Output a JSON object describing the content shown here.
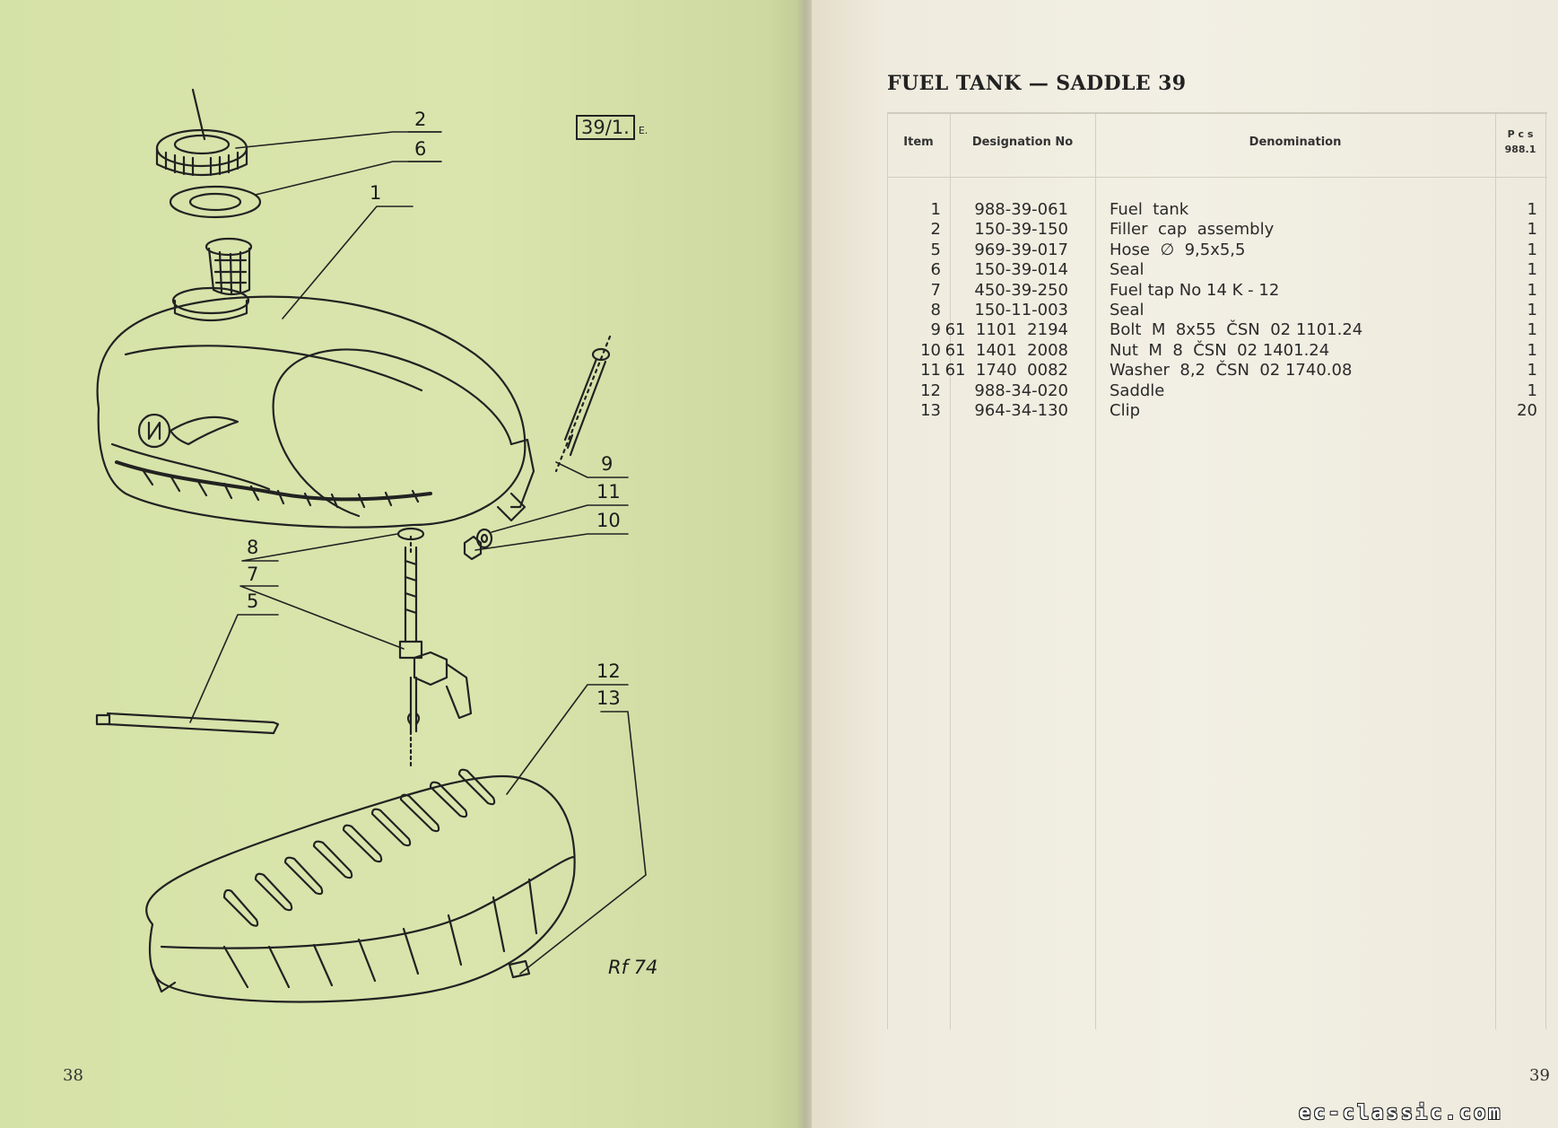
{
  "left_page": {
    "diagram_ref": "39/1.",
    "diagram_ref_suffix": "E.",
    "page_number": "38",
    "callouts": [
      "2",
      "6",
      "1",
      "9",
      "11",
      "10",
      "8",
      "7",
      "5",
      "12",
      "13"
    ],
    "artist_signature": "Rf 74"
  },
  "right_page": {
    "title": "FUEL TANK — SADDLE 39",
    "page_number": "39",
    "table": {
      "headers": {
        "item": "Item",
        "designation": "Designation No",
        "denomination": "Denomination",
        "pcs": "P c s",
        "pcs_model": "988.1"
      },
      "rows": [
        {
          "item": "1",
          "designation": "988-39-061",
          "denomination": "Fuel  tank",
          "pcs": "1"
        },
        {
          "item": "2",
          "designation": "150-39-150",
          "denomination": "Filler  cap  assembly",
          "pcs": "1"
        },
        {
          "item": "5",
          "designation": "969-39-017",
          "denomination": "Hose  ∅  9,5x5,5",
          "pcs": "1"
        },
        {
          "item": "6",
          "designation": "150-39-014",
          "denomination": "Seal",
          "pcs": "1"
        },
        {
          "item": "7",
          "designation": "450-39-250",
          "denomination": "Fuel tap No 14 K - 12",
          "pcs": "1"
        },
        {
          "item": "8",
          "designation": "150-11-003",
          "denomination": "Seal",
          "pcs": "1"
        },
        {
          "item": "9",
          "designation": "61  1101  2194",
          "denomination": "Bolt  M  8x55  ČSN  02 1101.24",
          "pcs": "1"
        },
        {
          "item": "10",
          "designation": "61  1401  2008",
          "denomination": "Nut  M  8  ČSN  02 1401.24",
          "pcs": "1"
        },
        {
          "item": "11",
          "designation": "61  1740  0082",
          "denomination": "Washer  8,2  ČSN  02 1740.08",
          "pcs": "1"
        },
        {
          "item": "12",
          "designation": "988-34-020",
          "denomination": "Saddle",
          "pcs": "1"
        },
        {
          "item": "13",
          "designation": "964-34-130",
          "denomination": "Clip",
          "pcs": "20"
        }
      ]
    }
  },
  "watermark": "ec-classic.com",
  "colors": {
    "left_page": "#d8e4aa",
    "right_page": "#f1eee3",
    "ink": "#222222"
  }
}
